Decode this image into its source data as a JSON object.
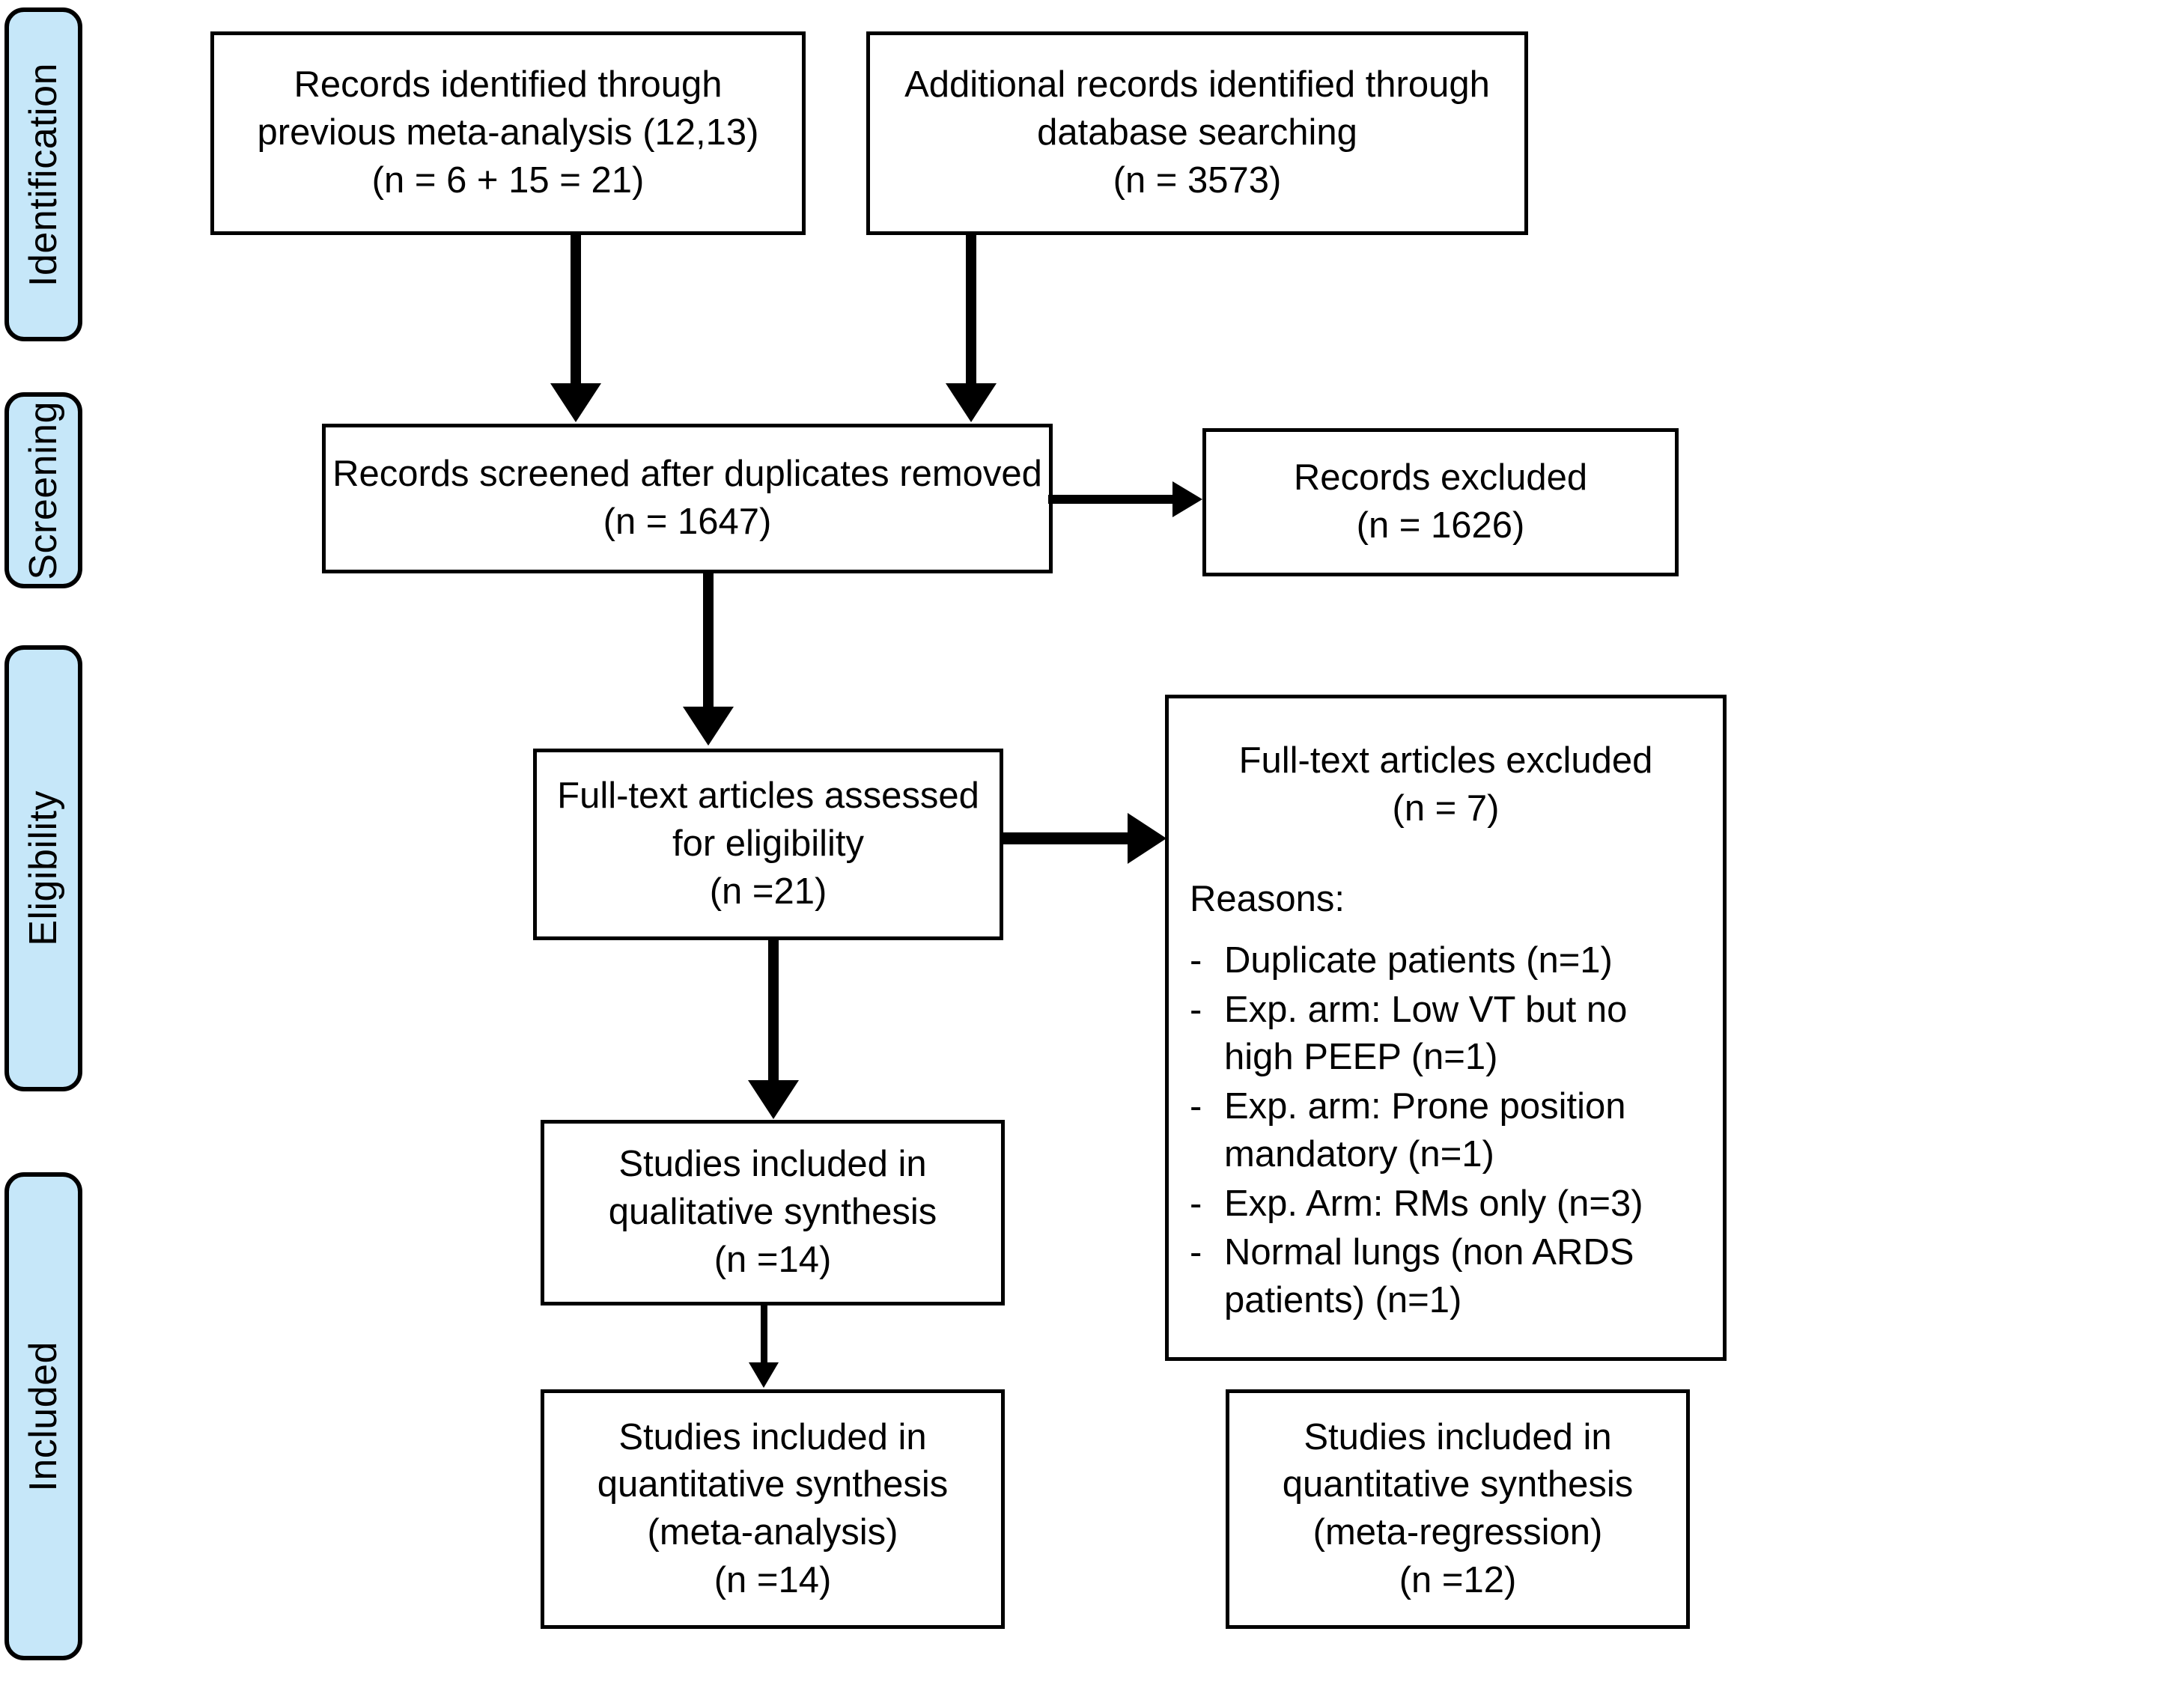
{
  "diagram": {
    "title": "PRISMA flow diagram",
    "accent_color": "#c6e7f9",
    "line_color": "#000000",
    "box_fill": "#ffffff"
  },
  "stages": [
    {
      "label": "Identification"
    },
    {
      "label": "Screening"
    },
    {
      "label": "Eligibility"
    },
    {
      "label": "Included"
    }
  ],
  "boxes": {
    "previous_meta": {
      "line1": "Records identified through",
      "line2": "previous meta-analysis (12,13)",
      "line3": "(n = 6 + 15 = 21)"
    },
    "database_search": {
      "line1": "Additional records identified through",
      "line2": "database searching",
      "line3": "(n = 3573)"
    },
    "screened": {
      "line1": "Records screened after duplicates removed",
      "line2": "(n = 1647)"
    },
    "records_excluded": {
      "line1": "Records excluded",
      "line2": "(n = 1626)"
    },
    "full_text_assessed": {
      "line1": "Full-text articles assessed",
      "line2": "for eligibility",
      "line3": "(n =21)"
    },
    "qualitative": {
      "line1": "Studies included in",
      "line2": "qualitative synthesis",
      "line3": "(n =14)"
    },
    "quantitative_meta": {
      "line1": "Studies included in",
      "line2": "quantitative synthesis",
      "line3": "(meta-analysis)",
      "line4": "(n =14)"
    },
    "quantitative_regression": {
      "line1": "Studies included in",
      "line2": "quantitative synthesis",
      "line3": "(meta-regression)",
      "line4": "(n =12)"
    }
  },
  "excluded": {
    "title": "Full-text articles excluded",
    "count": "(n = 7)",
    "reasons_label": "Reasons:",
    "bullet": "-",
    "reasons": [
      {
        "text": "Duplicate patients (n=1)"
      },
      {
        "text": "Exp. arm: Low VT but no high PEEP (n=1)"
      },
      {
        "text": "Exp. arm: Prone position mandatory (n=1)"
      },
      {
        "text": "Exp. Arm: RMs only (n=3)"
      },
      {
        "text": "Normal lungs (non ARDS patients) (n=1)"
      }
    ]
  }
}
